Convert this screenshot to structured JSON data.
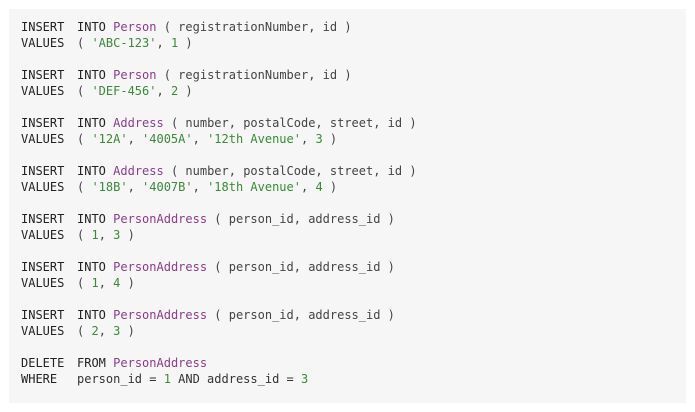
{
  "statements": [
    {
      "line1": {
        "kw": "INSERT",
        "kw2": "INTO",
        "table": "Person",
        "rest": " ( registrationNumber, id )"
      },
      "line2": {
        "kw": "VALUES",
        "parts": [
          {
            "t": "( ",
            "c": "punc"
          },
          {
            "t": "'ABC-123'",
            "c": "str"
          },
          {
            "t": ", ",
            "c": "punc"
          },
          {
            "t": "1",
            "c": "num"
          },
          {
            "t": " )",
            "c": "punc"
          }
        ]
      }
    },
    {
      "line1": {
        "kw": "INSERT",
        "kw2": "INTO",
        "table": "Person",
        "rest": " ( registrationNumber, id )"
      },
      "line2": {
        "kw": "VALUES",
        "parts": [
          {
            "t": "( ",
            "c": "punc"
          },
          {
            "t": "'DEF-456'",
            "c": "str"
          },
          {
            "t": ", ",
            "c": "punc"
          },
          {
            "t": "2",
            "c": "num"
          },
          {
            "t": " )",
            "c": "punc"
          }
        ]
      }
    },
    {
      "line1": {
        "kw": "INSERT",
        "kw2": "INTO",
        "table": "Address",
        "rest": " ( number, postalCode, street, id )"
      },
      "line2": {
        "kw": "VALUES",
        "parts": [
          {
            "t": "( ",
            "c": "punc"
          },
          {
            "t": "'12A'",
            "c": "str"
          },
          {
            "t": ", ",
            "c": "punc"
          },
          {
            "t": "'4005A'",
            "c": "str"
          },
          {
            "t": ", ",
            "c": "punc"
          },
          {
            "t": "'12th Avenue'",
            "c": "str"
          },
          {
            "t": ", ",
            "c": "punc"
          },
          {
            "t": "3",
            "c": "num"
          },
          {
            "t": " )",
            "c": "punc"
          }
        ]
      }
    },
    {
      "line1": {
        "kw": "INSERT",
        "kw2": "INTO",
        "table": "Address",
        "rest": " ( number, postalCode, street, id )"
      },
      "line2": {
        "kw": "VALUES",
        "parts": [
          {
            "t": "( ",
            "c": "punc"
          },
          {
            "t": "'18B'",
            "c": "str"
          },
          {
            "t": ", ",
            "c": "punc"
          },
          {
            "t": "'4007B'",
            "c": "str"
          },
          {
            "t": ", ",
            "c": "punc"
          },
          {
            "t": "'18th Avenue'",
            "c": "str"
          },
          {
            "t": ", ",
            "c": "punc"
          },
          {
            "t": "4",
            "c": "num"
          },
          {
            "t": " )",
            "c": "punc"
          }
        ]
      }
    },
    {
      "line1": {
        "kw": "INSERT",
        "kw2": "INTO",
        "table": "PersonAddress",
        "rest": " ( person_id, address_id )"
      },
      "line2": {
        "kw": "VALUES",
        "parts": [
          {
            "t": "( ",
            "c": "punc"
          },
          {
            "t": "1",
            "c": "num"
          },
          {
            "t": ", ",
            "c": "punc"
          },
          {
            "t": "3",
            "c": "num"
          },
          {
            "t": " )",
            "c": "punc"
          }
        ]
      }
    },
    {
      "line1": {
        "kw": "INSERT",
        "kw2": "INTO",
        "table": "PersonAddress",
        "rest": " ( person_id, address_id )"
      },
      "line2": {
        "kw": "VALUES",
        "parts": [
          {
            "t": "( ",
            "c": "punc"
          },
          {
            "t": "1",
            "c": "num"
          },
          {
            "t": ", ",
            "c": "punc"
          },
          {
            "t": "4",
            "c": "num"
          },
          {
            "t": " )",
            "c": "punc"
          }
        ]
      }
    },
    {
      "line1": {
        "kw": "INSERT",
        "kw2": "INTO",
        "table": "PersonAddress",
        "rest": " ( person_id, address_id )"
      },
      "line2": {
        "kw": "VALUES",
        "parts": [
          {
            "t": "( ",
            "c": "punc"
          },
          {
            "t": "2",
            "c": "num"
          },
          {
            "t": ", ",
            "c": "punc"
          },
          {
            "t": "3",
            "c": "num"
          },
          {
            "t": " )",
            "c": "punc"
          }
        ]
      }
    },
    {
      "line1": {
        "kw": "DELETE",
        "kw2": "FROM",
        "table": "PersonAddress",
        "rest": ""
      },
      "line2": {
        "kw": "WHERE",
        "parts": [
          {
            "t": "person_id = ",
            "c": "plain"
          },
          {
            "t": "1",
            "c": "num"
          },
          {
            "t": " AND address_id = ",
            "c": "plain"
          },
          {
            "t": "3",
            "c": "num"
          }
        ]
      }
    }
  ],
  "colors": {
    "background": "#f6f6f6",
    "keyword": "#222222",
    "table": "#8a3f86",
    "string": "#3a8a3a",
    "number": "#3a8a3a"
  }
}
